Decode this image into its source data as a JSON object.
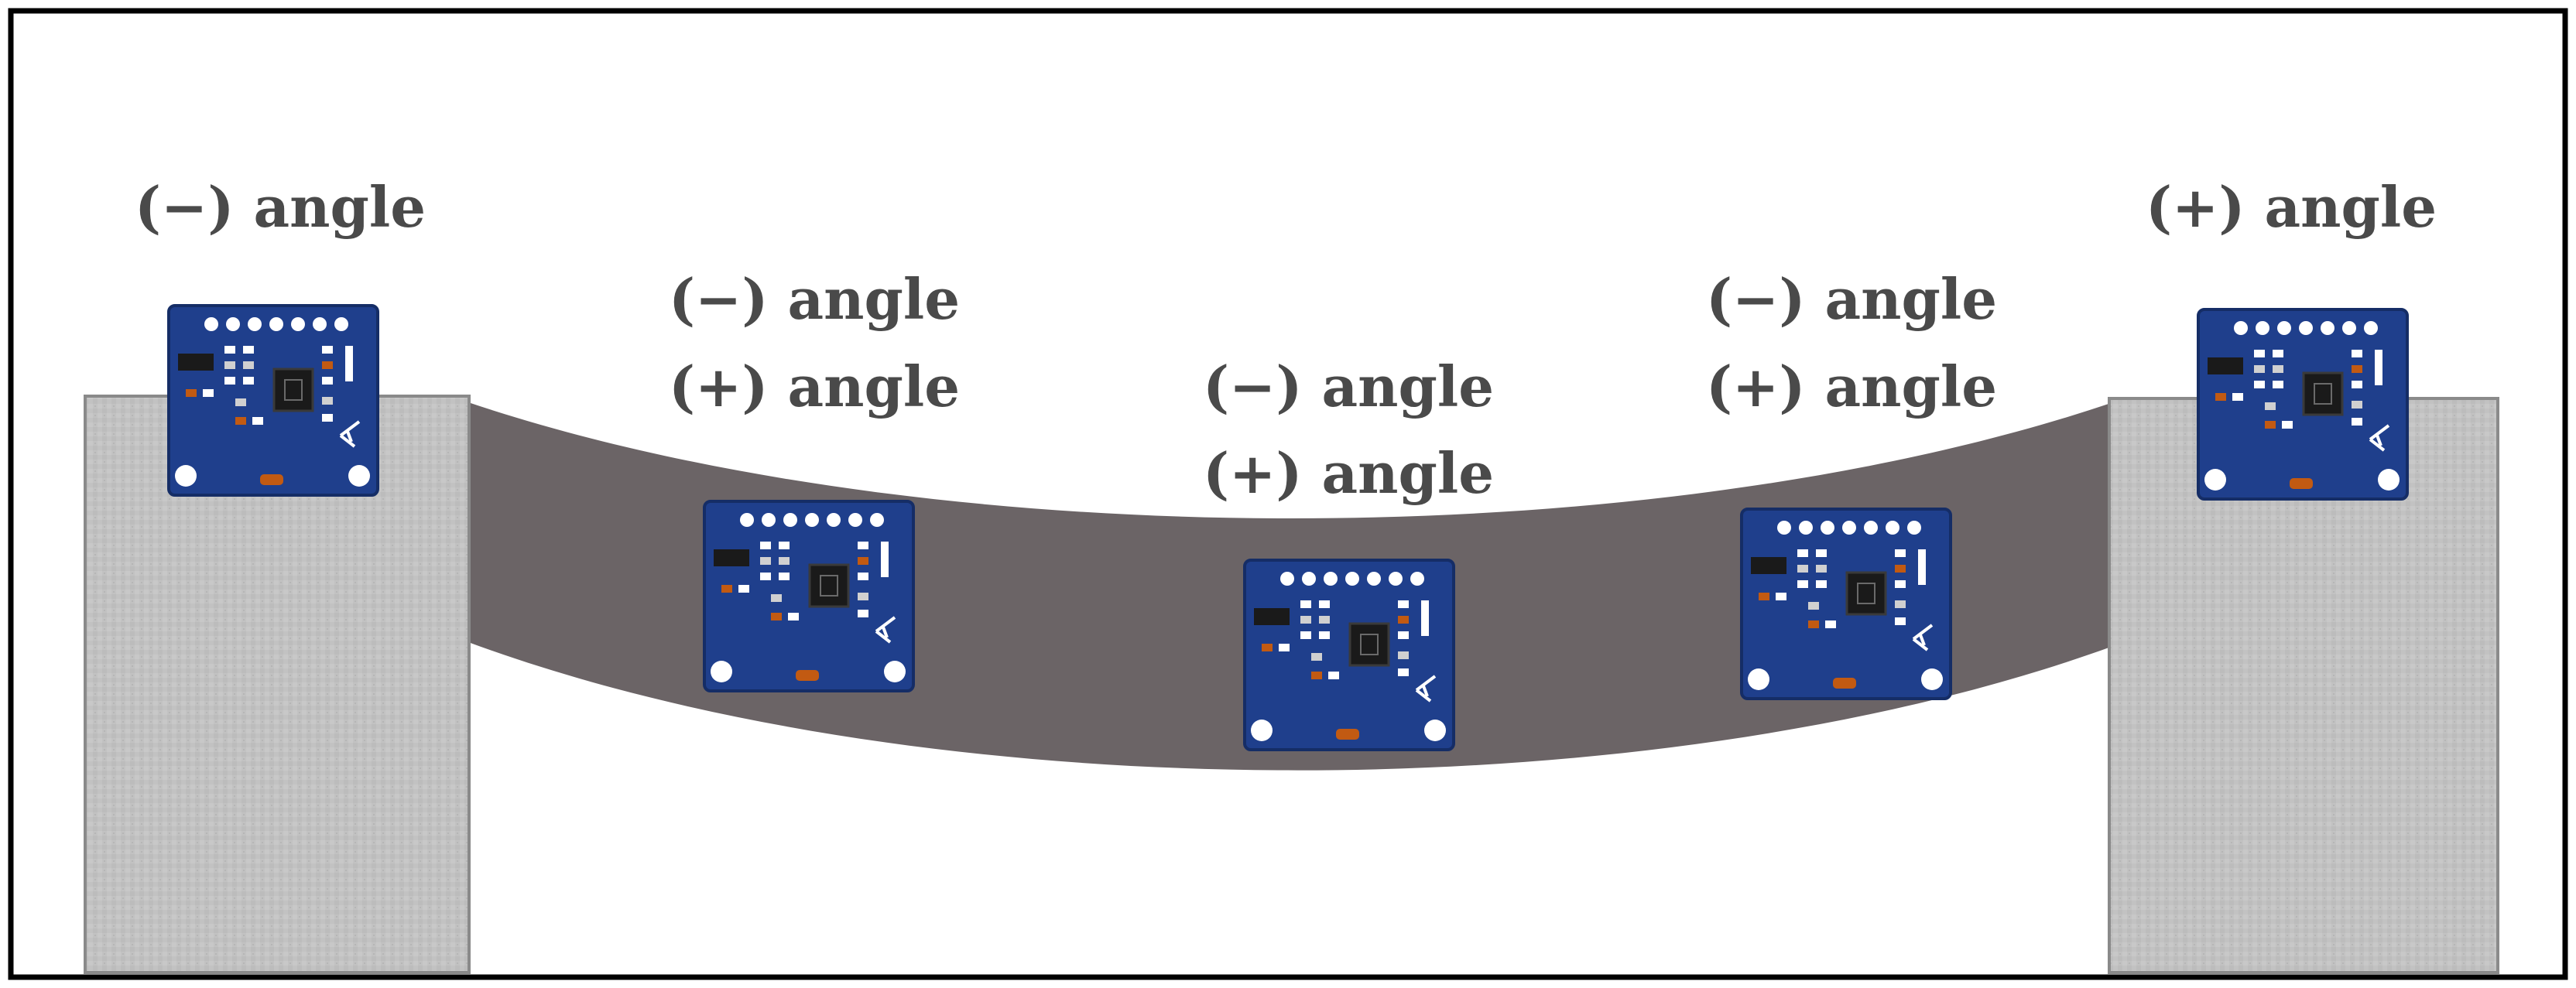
{
  "colors": {
    "frame": "#000000",
    "background": "#ffffff",
    "pillar": "#c2c2c2",
    "beam": "#6b6466",
    "board": "#1f3f8c",
    "label": "#4a4a4a",
    "chip": "#1a1a1a",
    "pad": "#c25a12"
  },
  "icons": {
    "sensor": "imu-sensor-board-icon"
  },
  "labels": {
    "left_support": "(−) angle",
    "right_support": "(+) angle",
    "sensor_2": [
      "(−) angle",
      "(+) angle"
    ],
    "sensor_3": [
      "(−) angle",
      "(+) angle"
    ],
    "sensor_4": [
      "(−) angle",
      "(+) angle"
    ]
  }
}
